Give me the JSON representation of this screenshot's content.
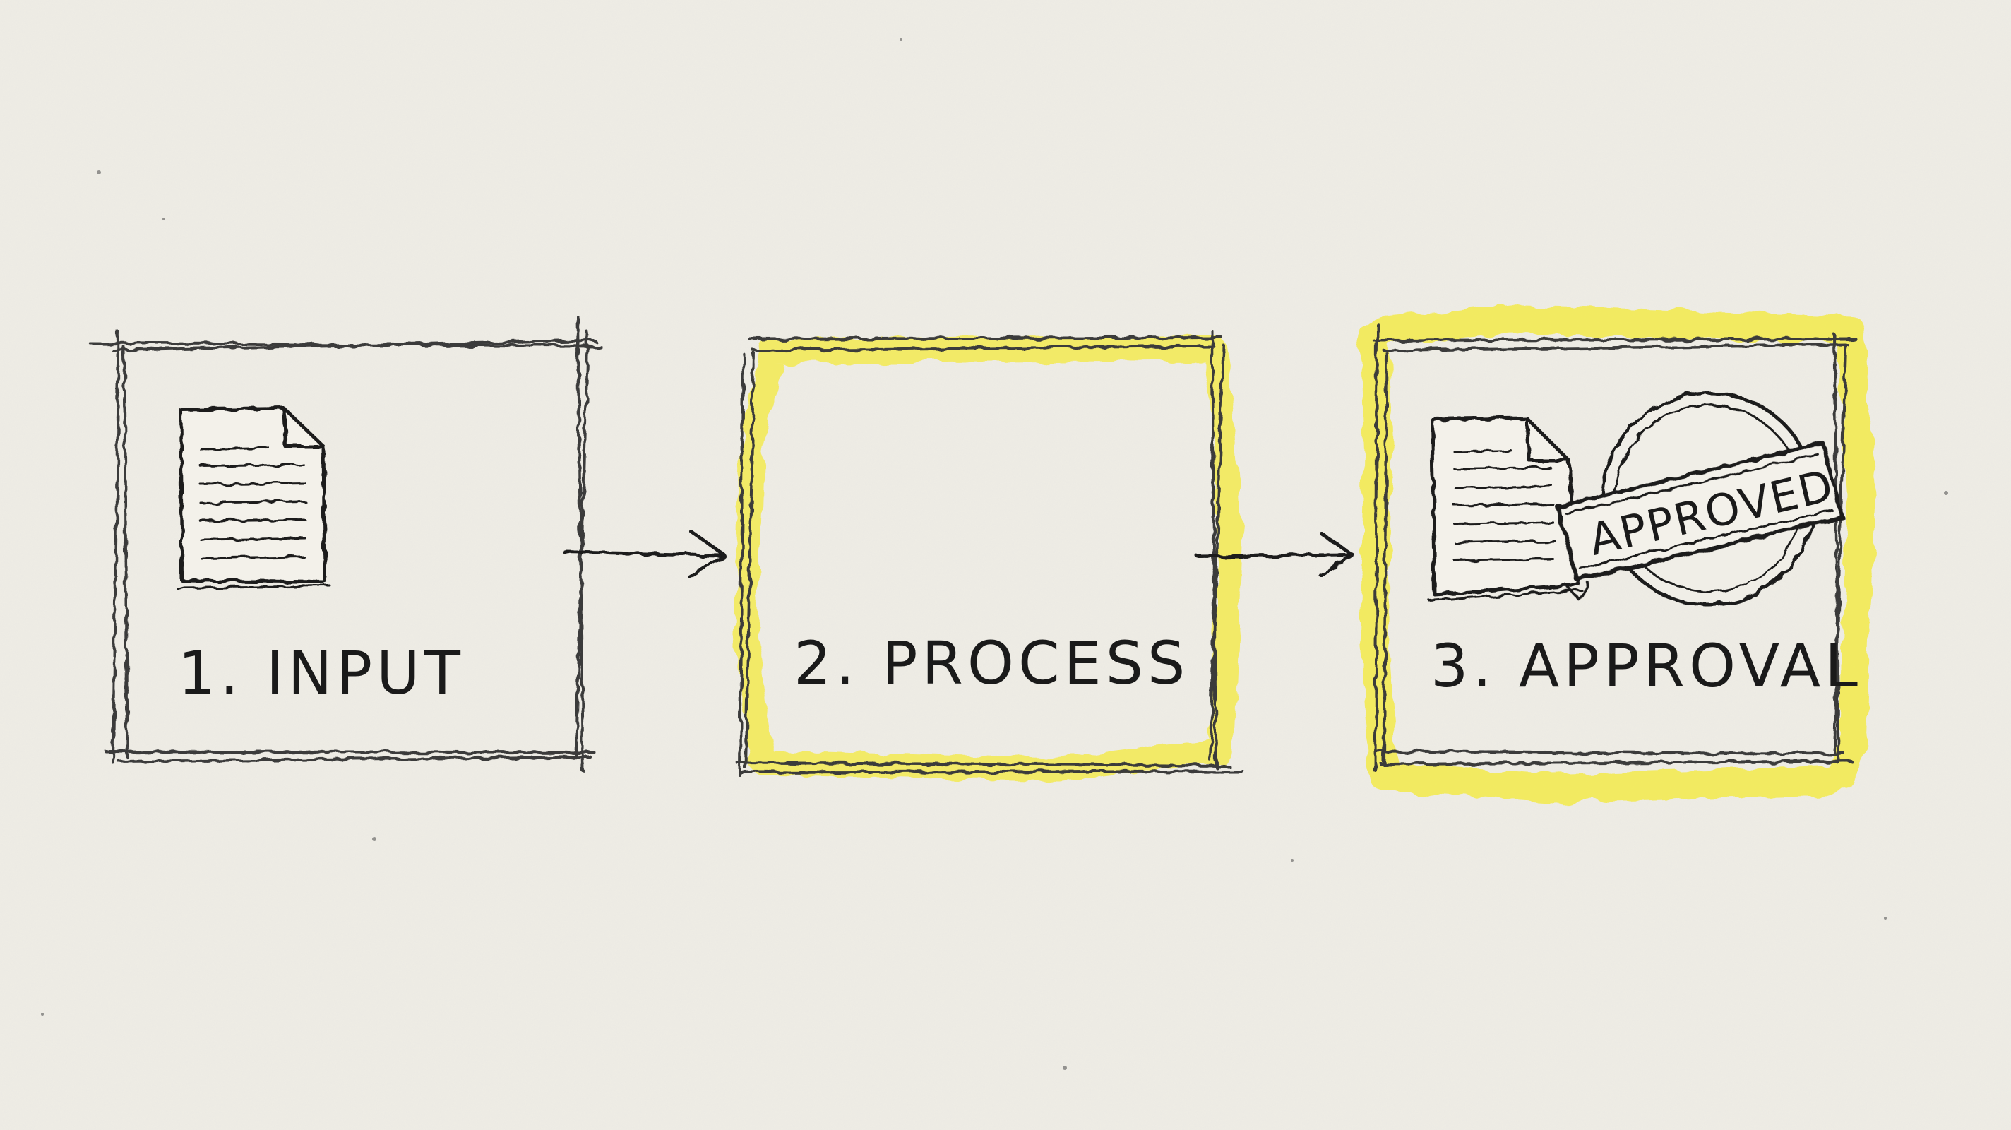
{
  "steps": [
    {
      "label": "1. INPUT",
      "highlighted": false,
      "icon": "document-icon"
    },
    {
      "label": "2. PROCESS",
      "highlighted": true,
      "icon": ""
    },
    {
      "label": "3. APPROVAL",
      "highlighted": true,
      "icon": "approved-document-icon"
    }
  ],
  "stamp": {
    "text": "APPROVED"
  },
  "colors": {
    "paper": "#efede6",
    "ink": "#1a1a1a",
    "pencil": "#3a3a3a",
    "highlight": "#f4ea3c"
  }
}
